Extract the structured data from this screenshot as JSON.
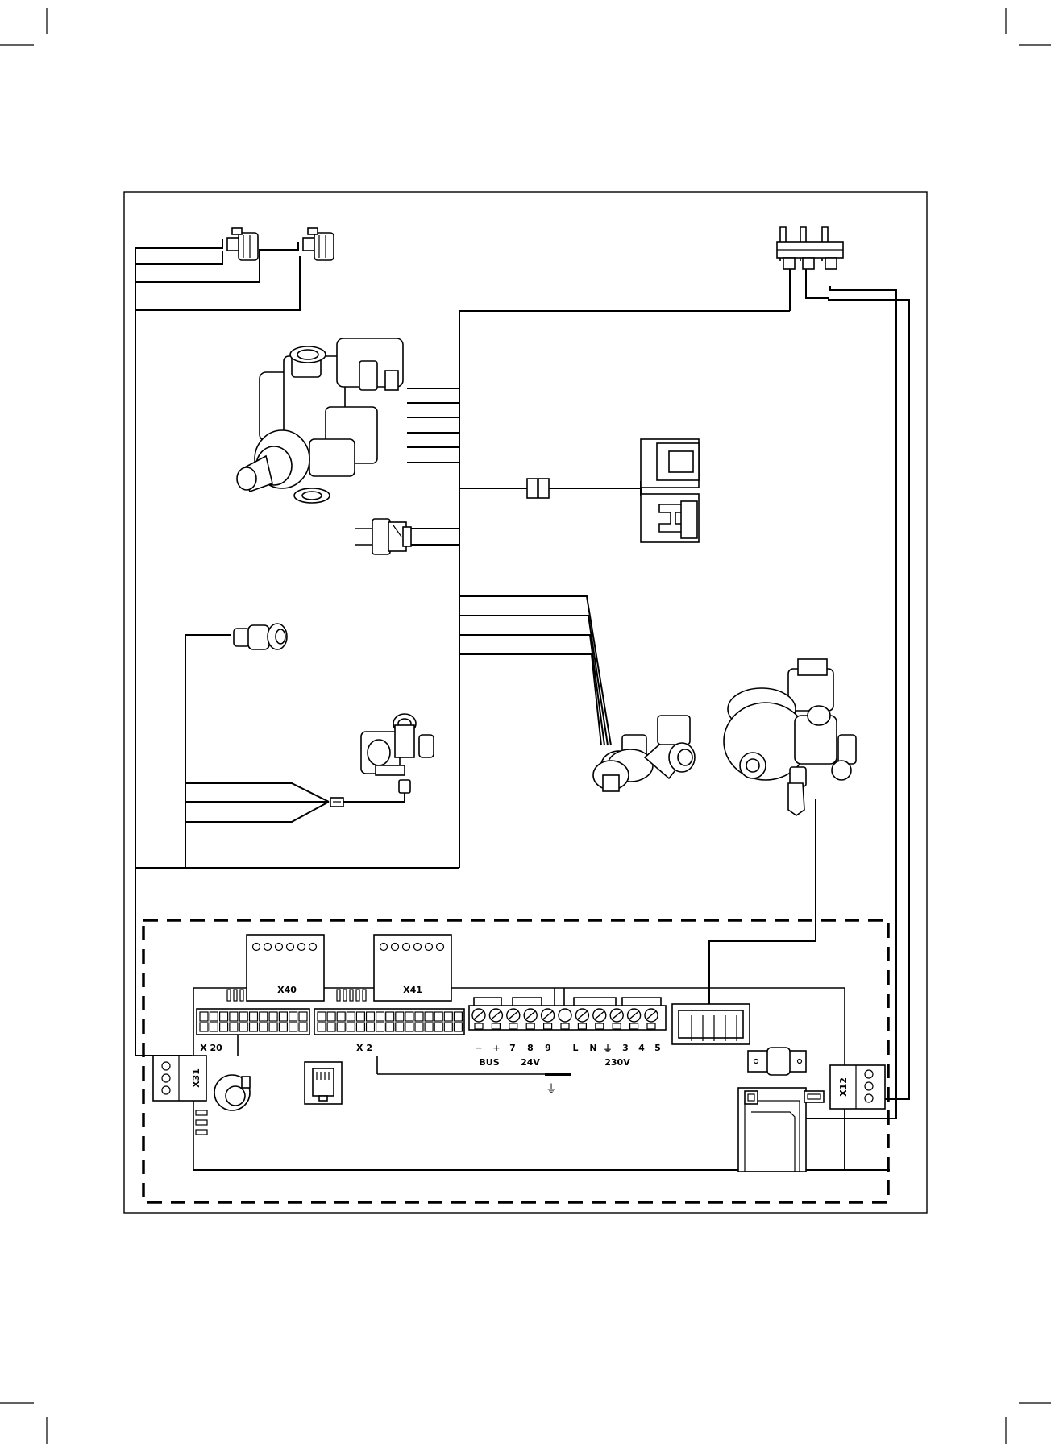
{
  "connectors": {
    "x40": "X40",
    "x41": "X41",
    "x20": "X 20",
    "x2": "X 2",
    "x31": "X31",
    "x12": "X12"
  },
  "terminals": {
    "bus_pins": [
      "−",
      "+"
    ],
    "low_voltage_pins": [
      "7",
      "8",
      "9"
    ],
    "mains_pins": [
      "L",
      "N",
      "⏚",
      "3",
      "4",
      "5"
    ],
    "bus_label": "BUS",
    "low_voltage_label": "24V",
    "mains_label": "230V"
  },
  "ground_symbol": "⏚"
}
